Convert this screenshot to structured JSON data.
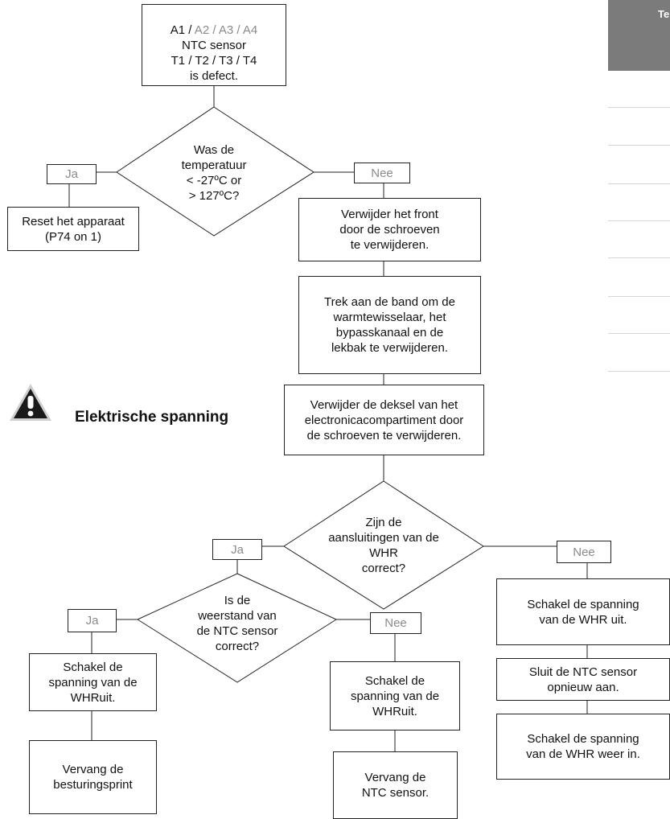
{
  "sidebar": {
    "header": "Temperatuur"
  },
  "warning": {
    "icon": "warning-triangle-icon",
    "label": "Elektrische spanning"
  },
  "flow": {
    "start": {
      "line1_a": "A1 /",
      "line1_b": " A2 / A3 / A4",
      "line2": "NTC sensor",
      "line3": "T1 / T2 / T3 / T4",
      "line4": "is defect."
    },
    "q1": "Was de\ntemperatuur\n< -27ºC or\n> 127ºC?",
    "q1_yes": "Ja",
    "q1_no": "Nee",
    "reset": "Reset het apparaat\n(P74 on 1)",
    "step1": "Verwijder het front\ndoor de schroeven\nte verwijderen.",
    "step2": "Trek aan de band om de\nwarmtewisselaar, het\nbypasskanaal  en de\nlekbak te verwijderen.",
    "step3": "Verwijder de deksel van het\nelectronicacompartiment door\nde schroeven te verwijderen.",
    "q2": "Zijn de\naansluitingen van de\nWHR\ncorrect?",
    "q2_yes": "Ja",
    "q2_no": "Nee",
    "q3": "Is de\nweerstand van\nde NTC sensor\ncorrect?",
    "q3_yes": "Ja",
    "q3_no": "Nee",
    "left_off": "Schakel de\nspanning van de\nWHRuit.",
    "left_replace": "Vervang de\nbesturingsprint",
    "mid_off": "Schakel de\nspanning van de\nWHRuit.",
    "mid_replace": "Vervang de\nNTC sensor.",
    "right_off": "Schakel de spanning\nvan de WHR uit.",
    "right_reconnect": "Sluit de NTC sensor\nopnieuw aan.",
    "right_on": "Schakel de spanning\nvan de WHR weer in."
  }
}
